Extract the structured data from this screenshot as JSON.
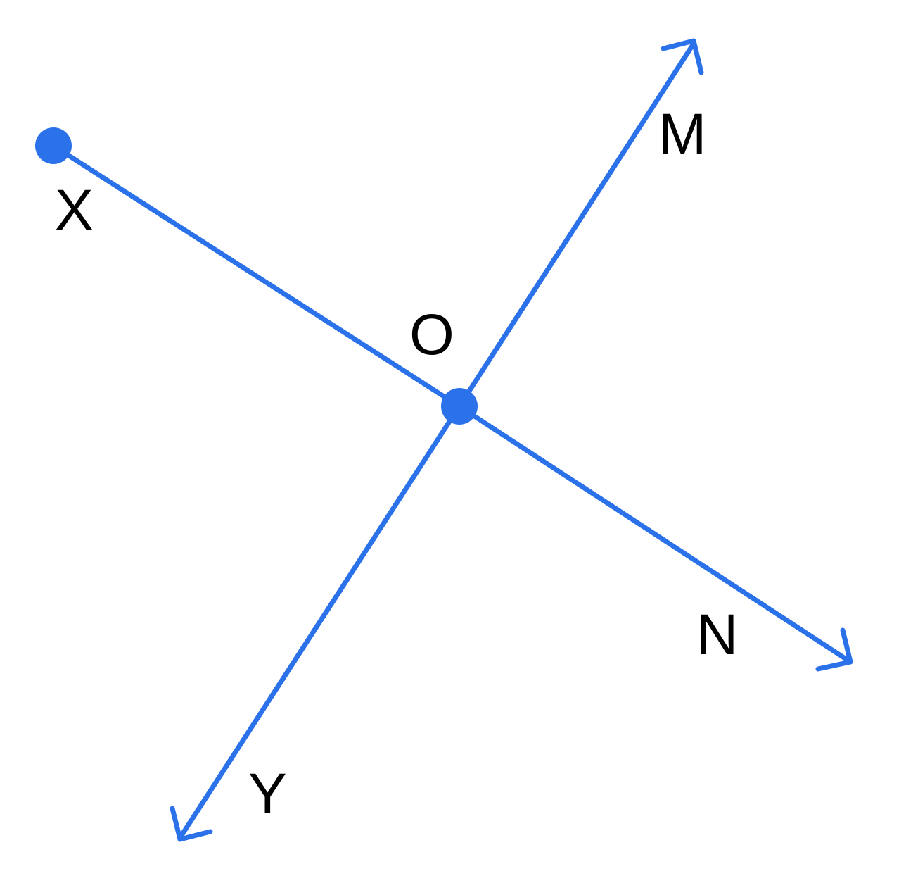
{
  "colors": {
    "line": "#2b72ea",
    "label": "#000000",
    "background": "#ffffff"
  },
  "points": {
    "O": {
      "label": "O"
    },
    "X": {
      "label": "X"
    },
    "M": {
      "label": "M"
    },
    "N": {
      "label": "N"
    },
    "Y": {
      "label": "Y"
    }
  }
}
